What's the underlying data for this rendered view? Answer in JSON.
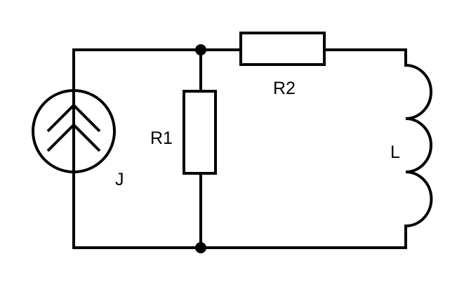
{
  "labels": {
    "current_source": "J",
    "resistor_1": "R1",
    "resistor_2": "R2",
    "inductor": "L"
  },
  "colors": {
    "line": "#000000",
    "background": "#ffffff"
  }
}
